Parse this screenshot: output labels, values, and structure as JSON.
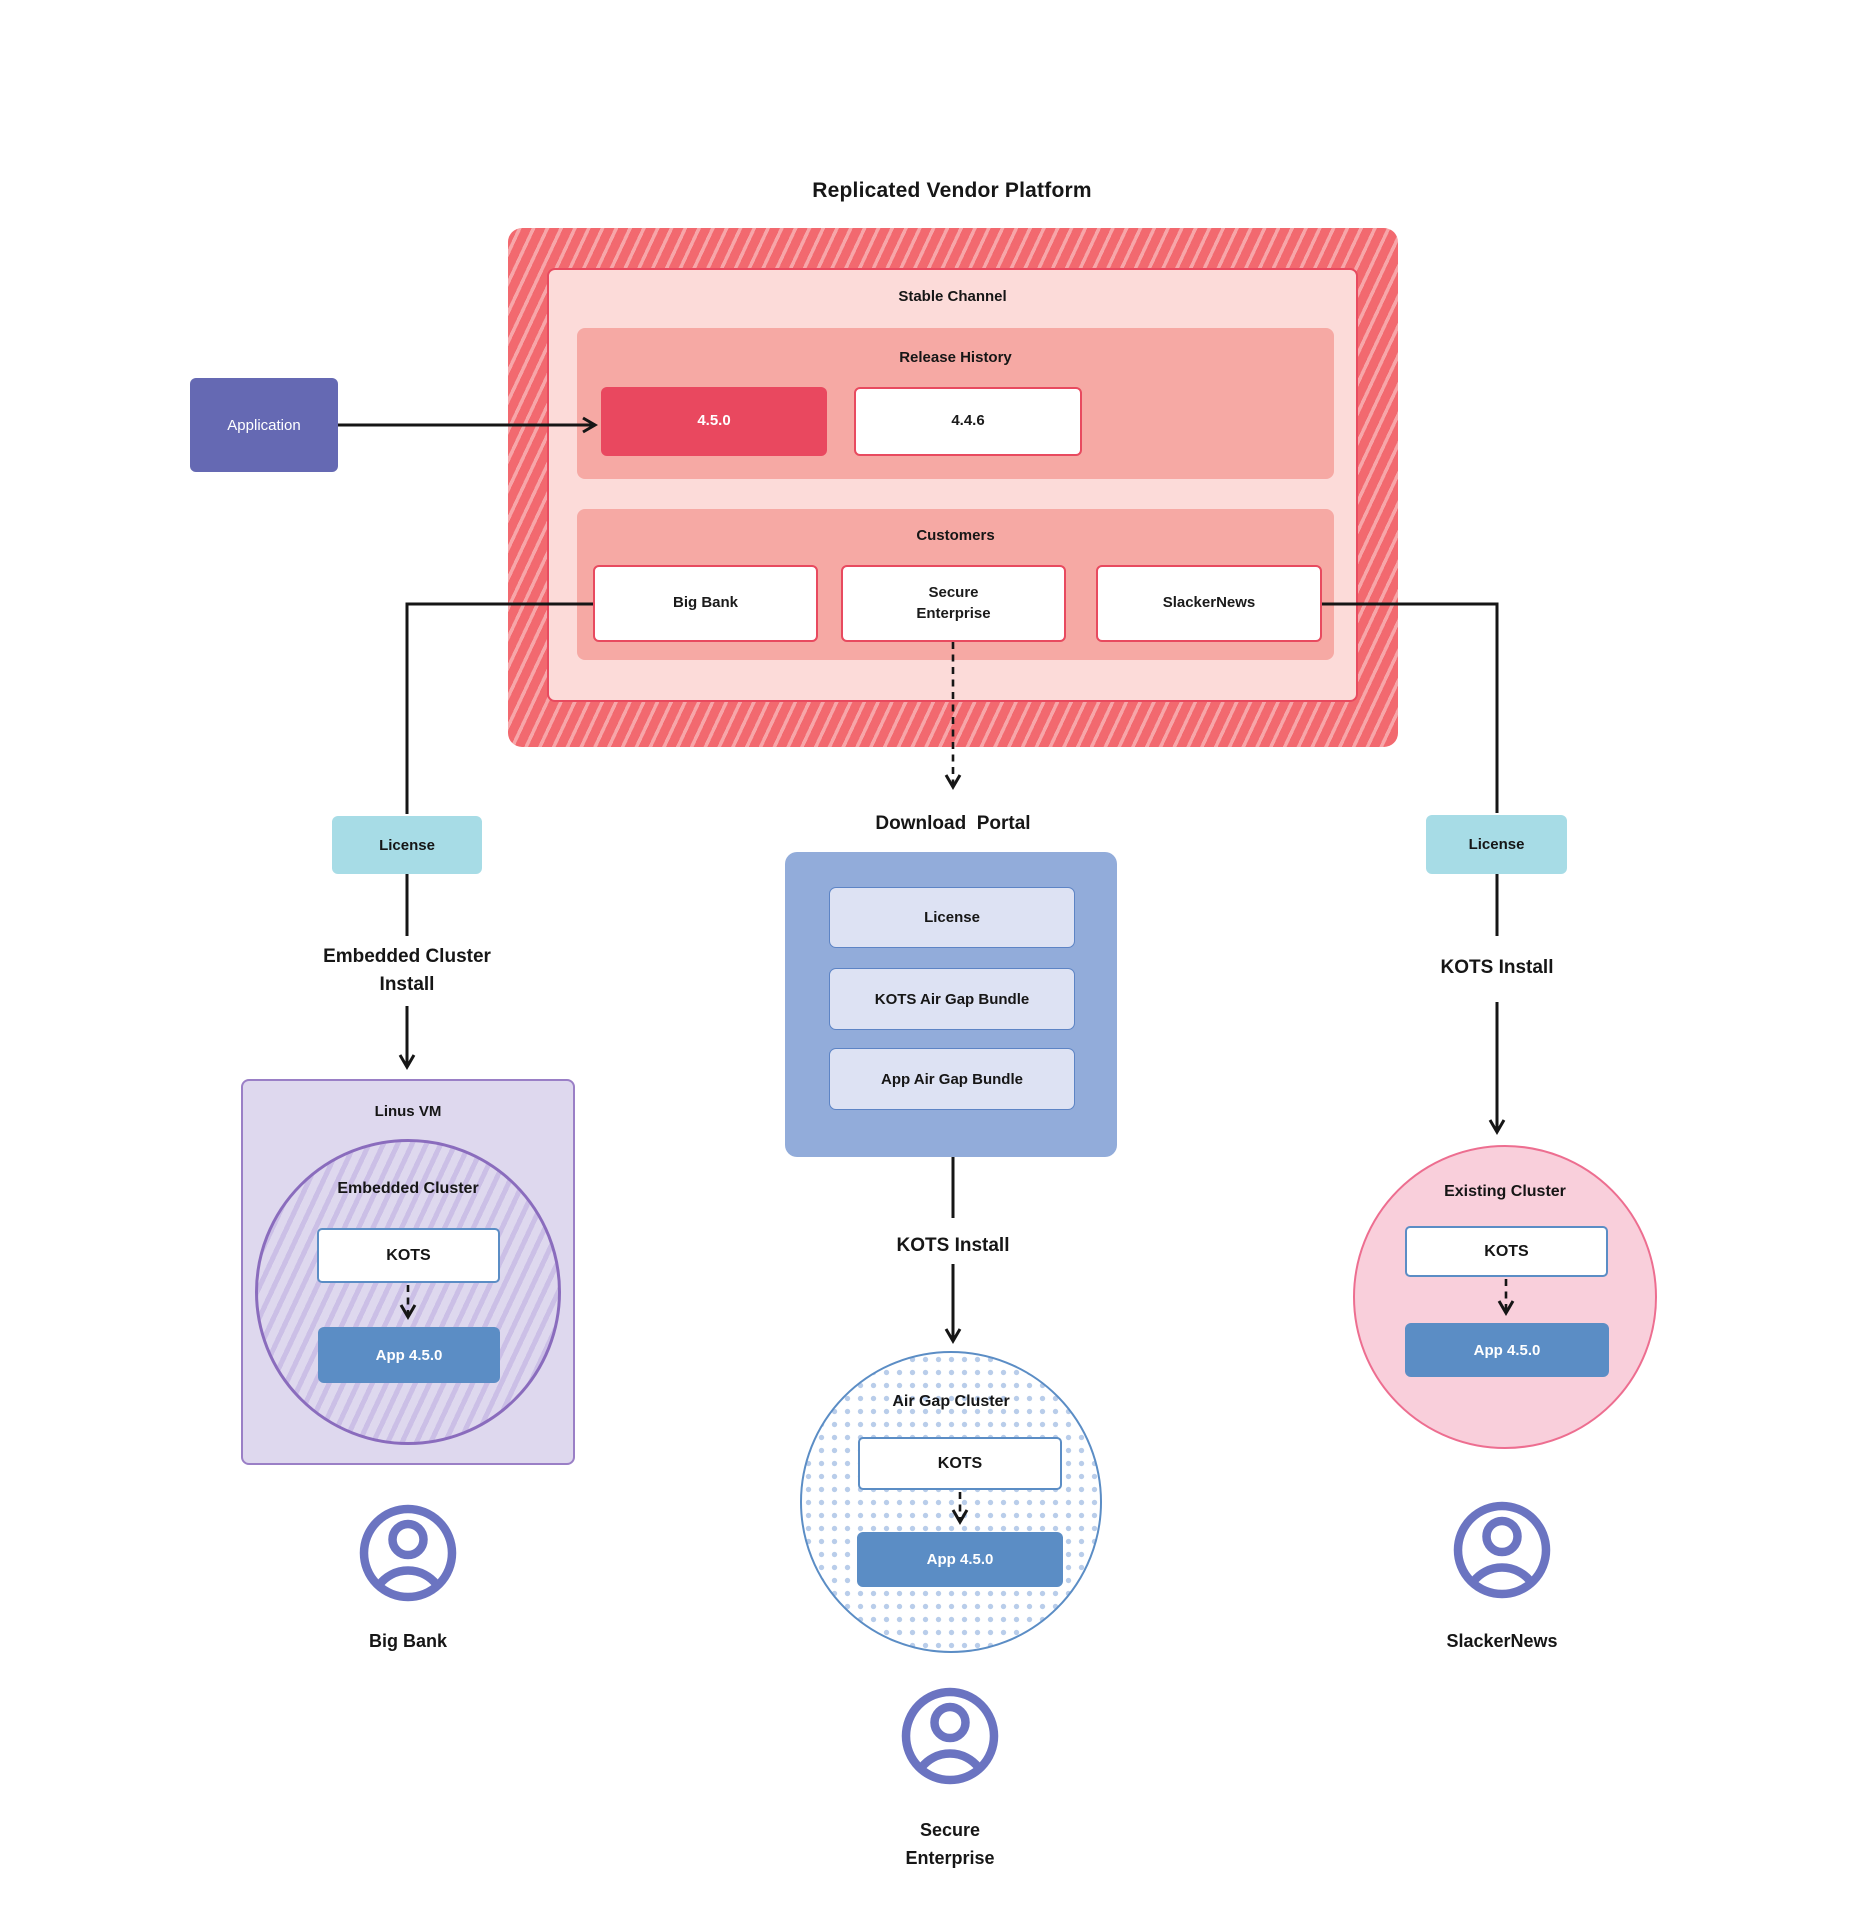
{
  "title": "Replicated Vendor Platform",
  "application": {
    "label": "Application"
  },
  "platform": {
    "stable_channel_label": "Stable Channel",
    "release_history": {
      "label": "Release History",
      "current_release": "4.5.0",
      "previous_release": "4.4.6"
    },
    "customers": {
      "label": "Customers",
      "big_bank": "Big Bank",
      "secure_enterprise": "Secure\nEnterprise",
      "slacker_news": "SlackerNews"
    }
  },
  "left_flow": {
    "license_label": "License",
    "install_label": "Embedded Cluster\nInstall",
    "vm_label": "Linus VM",
    "cluster_label": "Embedded Cluster",
    "kots_label": "KOTS",
    "app_label": "App 4.5.0",
    "customer_name": "Big Bank"
  },
  "center_flow": {
    "portal_label": "Download  Portal",
    "portal_items": [
      "License",
      "KOTS Air Gap Bundle",
      "App Air Gap Bundle"
    ],
    "install_label": "KOTS Install",
    "cluster_label": "Air Gap Cluster",
    "kots_label": "KOTS",
    "app_label": "App 4.5.0",
    "customer_name": "Secure\nEnterprise"
  },
  "right_flow": {
    "license_label": "License",
    "install_label": "KOTS Install",
    "cluster_label": "Existing Cluster",
    "kots_label": "KOTS",
    "app_label": "App 4.5.0",
    "customer_name": "SlackerNews"
  },
  "colors": {
    "red_hatch_base": "#f2696f",
    "red_hatch_stripe": "#f7a6a9",
    "red_border": "#e84a5f",
    "stable_bg": "#fcdbd9",
    "salmon_panel": "#f6a9a4",
    "release_highlight": "#e9485f",
    "application_purple": "#6569b3",
    "license_teal": "#a7dce6",
    "portal_blue": "#92acda",
    "portal_item_bg": "#dde2f3",
    "portal_item_border": "#5d84c5",
    "steel_blue": "#5b8dc5",
    "vm_bg": "#ded8ee",
    "vm_border": "#9a7fc6",
    "vm_hatch_stripe": "#cbbfe6",
    "vm_circle_border": "#8a6cbd",
    "pink_circle_bg": "#f9cfdb",
    "pink_circle_border": "#ed6e90",
    "dot_pattern_blue": "#b9cdea",
    "person_icon_purple": "#6b74c1",
    "line_ink": "#161616"
  }
}
